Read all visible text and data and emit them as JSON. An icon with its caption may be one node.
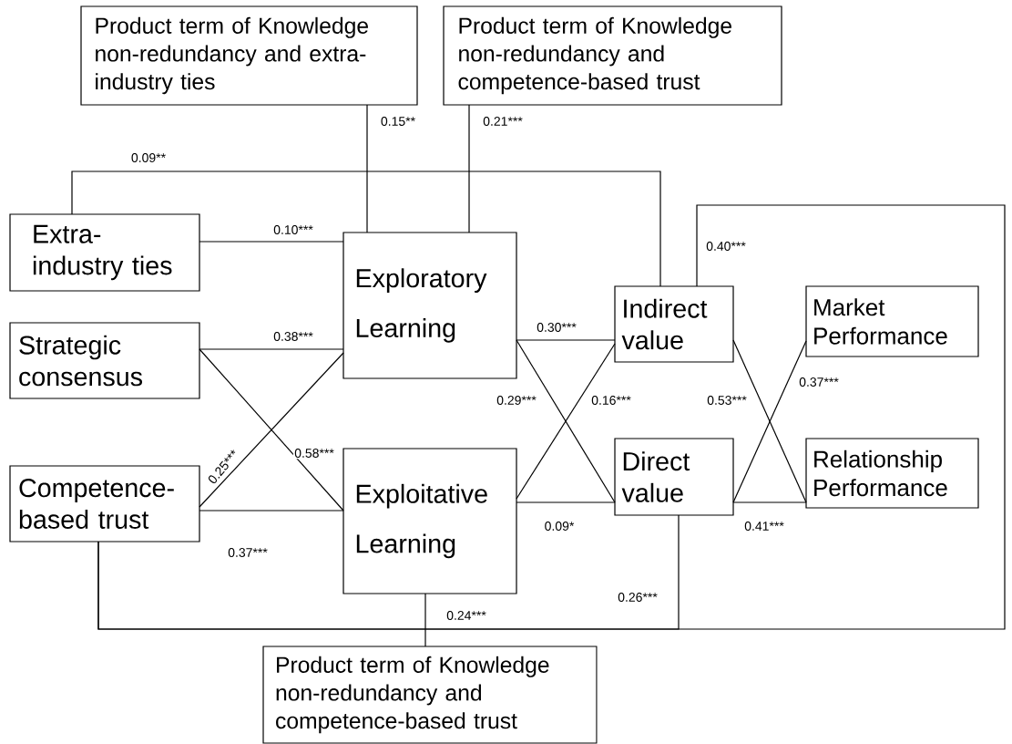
{
  "diagram": {
    "nodes": [
      {
        "text": [
          "Product term of Knowledge non-redundancy and extra-industry ties"
        ]
      },
      {
        "text": [
          "Product term of Knowledge non-redundancy and competence-based trust"
        ]
      },
      {
        "text": [
          "Extra-industry ties"
        ]
      },
      {
        "text": [
          "Strategic consensus"
        ]
      },
      {
        "text": [
          "Competence-based trust"
        ]
      },
      {
        "text": [
          "Exploratory Learning"
        ]
      },
      {
        "text": [
          "Exploitative Learning"
        ]
      },
      {
        "text": [
          "Indirect value"
        ]
      },
      {
        "text": [
          "Direct value"
        ]
      },
      {
        "text": [
          "Market Performance"
        ]
      },
      {
        "text": [
          "Relationship Performance"
        ]
      },
      {
        "text": [
          "Product term of Knowledge non-redundancy and competence-based trust"
        ]
      }
    ],
    "edges": [
      {
        "from": 0,
        "to": 5,
        "arrow": "none",
        "label": "0.15**"
      },
      {
        "from": 1,
        "to": 5,
        "arrow": "none",
        "label": "0.21***"
      },
      {
        "from": 2,
        "to": 7,
        "arrow": "none",
        "label": "0.09**"
      },
      {
        "from": 2,
        "to": 5,
        "arrow": "none",
        "label": "0.10***"
      },
      {
        "from": 3,
        "to": 5,
        "arrow": "none",
        "label": "0.38***"
      },
      {
        "from": 3,
        "to": 6,
        "arrow": "none",
        "label": "0.58***"
      },
      {
        "from": 4,
        "to": 5,
        "arrow": "none",
        "label": "0.25***"
      },
      {
        "from": 4,
        "to": 6,
        "arrow": "none",
        "label": "0.37***"
      },
      {
        "from": 5,
        "to": 7,
        "arrow": "none",
        "label": "0.30***"
      },
      {
        "from": 5,
        "to": 8,
        "arrow": "none",
        "label": "0.29***"
      },
      {
        "from": 6,
        "to": 7,
        "arrow": "none",
        "label": "0.16***"
      },
      {
        "from": 6,
        "to": 8,
        "arrow": "none",
        "label": "0.09*"
      },
      {
        "from": 7,
        "to": 10,
        "arrow": "none",
        "label": "0.53***"
      },
      {
        "from": 8,
        "to": 9,
        "arrow": "none",
        "label": "0.37***"
      },
      {
        "from": 8,
        "to": 10,
        "arrow": "none",
        "label": "0.41***"
      },
      {
        "from": 4,
        "to": 7,
        "arrow": "none",
        "label": "0.40***"
      },
      {
        "from": 4,
        "to": 8,
        "arrow": "none",
        "label": "0.26***"
      },
      {
        "from": 11,
        "to": 6,
        "arrow": "none",
        "label": "0.24***"
      }
    ]
  }
}
